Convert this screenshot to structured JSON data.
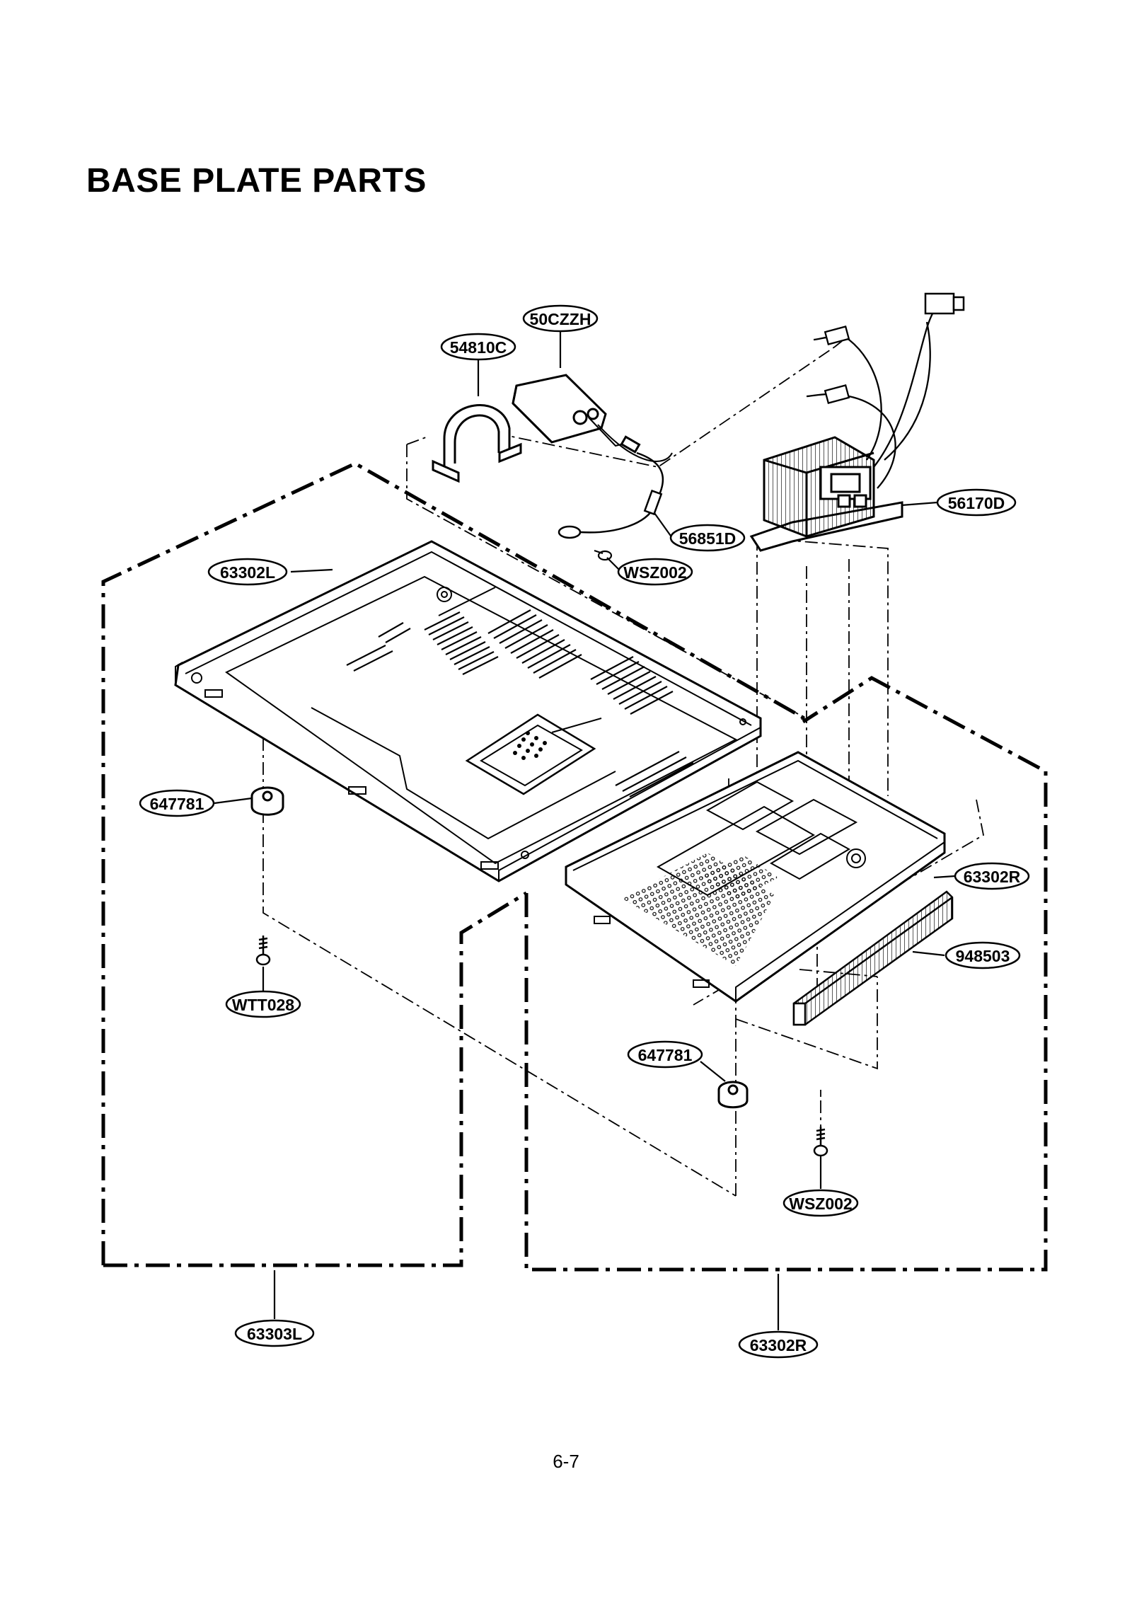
{
  "page": {
    "title": "BASE PLATE PARTS",
    "page_number": "6-7"
  },
  "diagram": {
    "callouts": [
      {
        "id": "c-50czzh",
        "label": "50CZZH"
      },
      {
        "id": "c-54810c",
        "label": "54810C"
      },
      {
        "id": "c-56170d",
        "label": "56170D"
      },
      {
        "id": "c-56851d",
        "label": "56851D"
      },
      {
        "id": "c-wsz002-top",
        "label": "WSZ002"
      },
      {
        "id": "c-63302l",
        "label": "63302L"
      },
      {
        "id": "c-647781-left",
        "label": "647781"
      },
      {
        "id": "c-wtt028",
        "label": "WTT028"
      },
      {
        "id": "c-63302r-mid",
        "label": "63302R"
      },
      {
        "id": "c-948503",
        "label": "948503"
      },
      {
        "id": "c-647781-right",
        "label": "647781"
      },
      {
        "id": "c-wsz002-bottom",
        "label": "WSZ002"
      },
      {
        "id": "c-63303l",
        "label": "63303L"
      },
      {
        "id": "c-63302r-bottom",
        "label": "63302R"
      }
    ]
  }
}
